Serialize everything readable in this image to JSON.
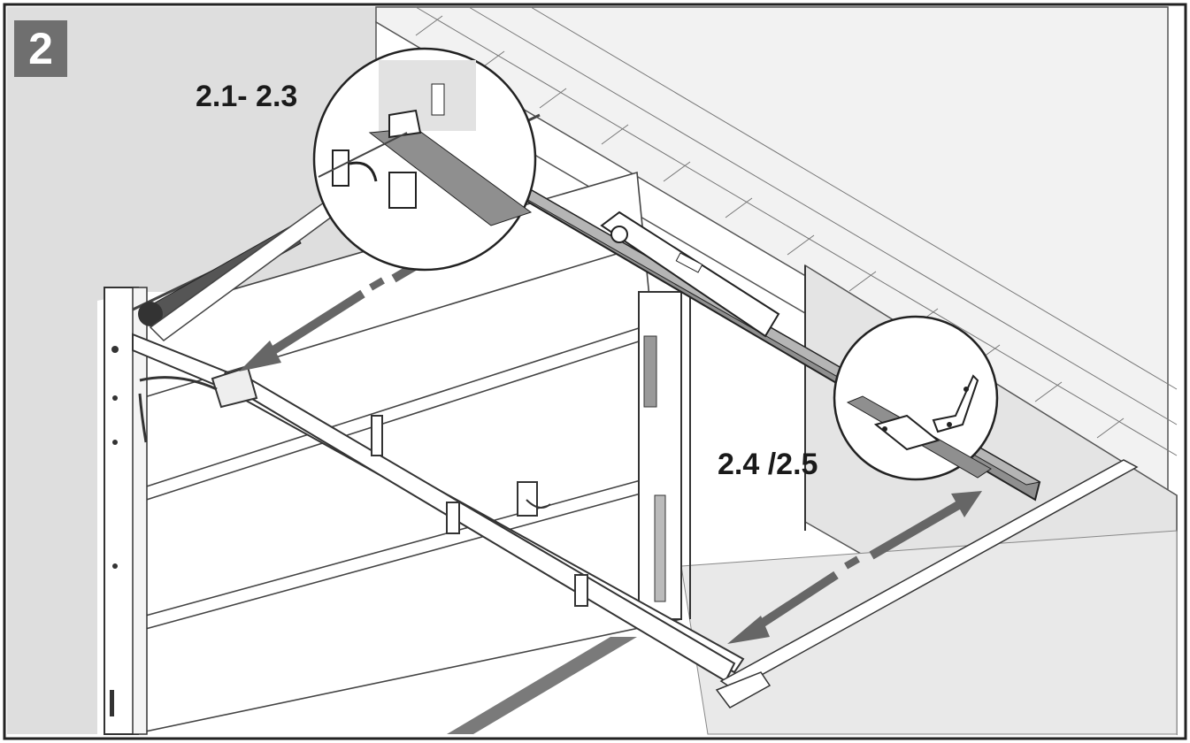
{
  "step": {
    "number": "2"
  },
  "callouts": [
    {
      "label": "2.1- 2.3"
    },
    {
      "label": "2.4 /2.5"
    }
  ],
  "colors": {
    "frame": "#222222",
    "badge": "#6f6f6f",
    "wall": "#dcdcdc",
    "rail": "#8a8a8a",
    "arrow": "#666666"
  }
}
